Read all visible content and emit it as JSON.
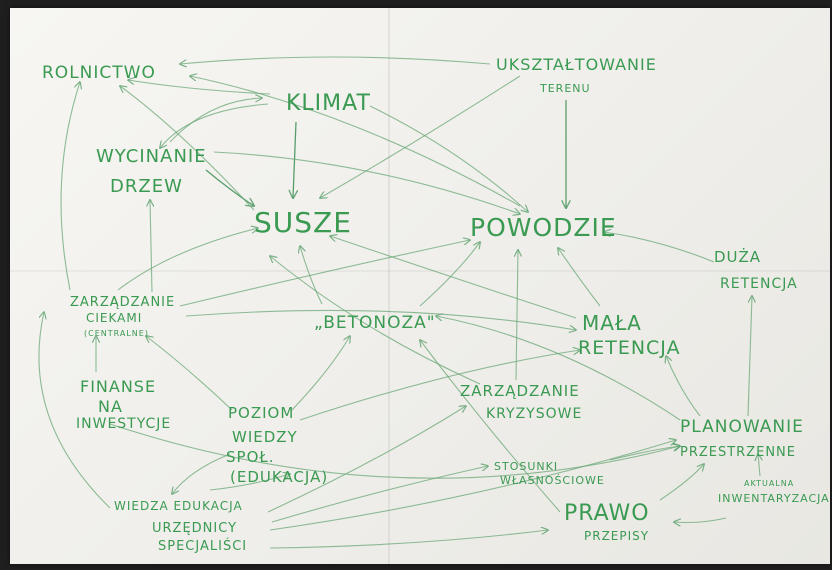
{
  "colors": {
    "ink": "#3a9a52",
    "ink_light": "#6aa877",
    "paper": "#f3f2ee"
  },
  "nodes": {
    "rolnictwo": "ROLNICTWO",
    "klimat": "KLIMAT",
    "ksztaltowanie_1": "UKSZTAŁTOWANIE",
    "ksztaltowanie_2": "TERENU",
    "wycinanie_1": "WYCINANIE",
    "wycinanie_2": "DRZEW",
    "susze": "SUSZE",
    "powodzie": "POWODZIE",
    "duza_1": "DUŻA",
    "duza_2": "RETENCJA",
    "zarzadzanie_1": "ZARZĄDZANIE",
    "zarzadzanie_2": "CIEKAMI",
    "zarzadzanie_3": "(CENTRALNE)",
    "betonoza": "„BETONOZA\"",
    "mala_1": "MAŁA",
    "mala_2": "RETENCJA",
    "finanse_1": "FINANSE",
    "finanse_2": "NA",
    "finanse_3": "INWESTYCJE",
    "poziom_1": "POZIOM",
    "poziom_2": "WIEDZY",
    "poziom_3": "SPOŁ.",
    "poziom_4": "(EDUKACJA)",
    "kryzysowe_1": "ZARZĄDZANIE",
    "kryzysowe_2": "KRYZYSOWE",
    "planowanie_1": "PLANOWANIE",
    "planowanie_2": "PRZESTRZENNE",
    "stosunki_1": "STOSUNKI",
    "stosunki_2": "WŁASNOŚCIOWE",
    "wiedza": "WIEDZA EDUKACJA",
    "urzednicy_1": "URZĘDNICY",
    "urzednicy_2": "SPECJALIŚCI",
    "prawo_1": "PRAWO",
    "prawo_2": "PRZEPISY",
    "inwentaryzacja_1": "AKTUALNA",
    "inwentaryzacja_2": "INWENTARYZACJA"
  }
}
